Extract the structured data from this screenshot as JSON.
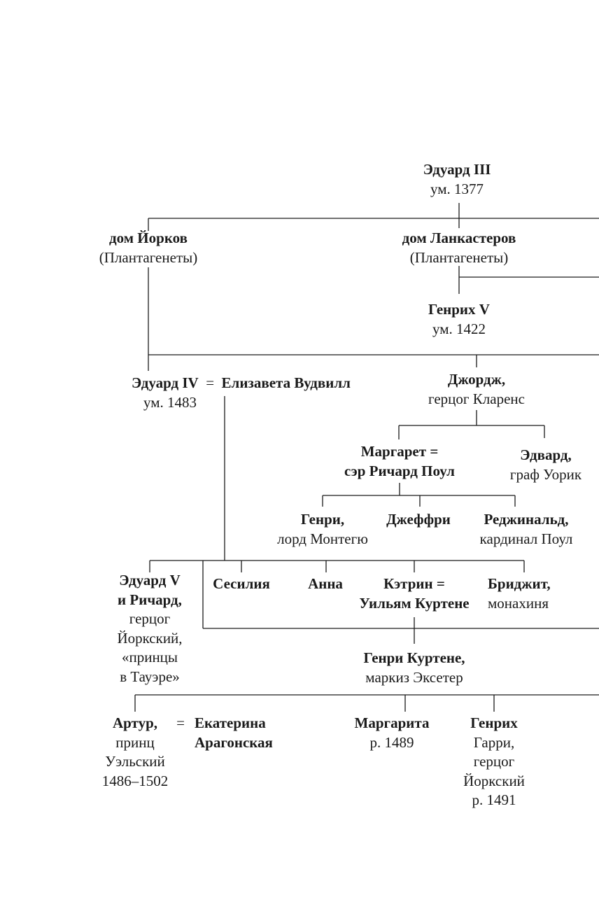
{
  "title_person": {
    "name": "Эдуард III",
    "note": "ум. 1377"
  },
  "york": {
    "name": "дом Йорков",
    "note": "(Плантагенеты)"
  },
  "lancaster": {
    "name": "дом Ланкастеров",
    "note": "(Плантагенеты)"
  },
  "henry_v": {
    "name": "Генрих V",
    "note": "ум. 1422"
  },
  "edward_iv": {
    "name": "Эдуард IV",
    "eq": "=",
    "spouse": "Елизавета Вудвилл",
    "note": "ум. 1483"
  },
  "george": {
    "name": "Джордж,",
    "note": "герцог Кларенс"
  },
  "margaret": {
    "name": "Маргарет =",
    "spouse": "сэр Ричард Поул"
  },
  "edward_warwick": {
    "name": "Эдвард,",
    "note": "граф Уорик"
  },
  "henry_montague": {
    "name": "Генри,",
    "note": "лорд Монтегю"
  },
  "geoffrey": {
    "name": "Джеффри"
  },
  "reginald": {
    "name": "Реджинальд,",
    "note": "кардинал Поул"
  },
  "edward_v": {
    "name1": "Эдуард V",
    "name2": "и Ричард,",
    "note1": "герцог",
    "note2": "Йоркский,",
    "note3": "«принцы",
    "note4": "в Тауэре»"
  },
  "cecilia": {
    "name": "Сесилия"
  },
  "anna": {
    "name": "Анна"
  },
  "katherine": {
    "name": "Кэтрин =",
    "spouse": "Уильям Куртене"
  },
  "bridget": {
    "name": "Бриджит,",
    "note": "монахиня"
  },
  "henry_courtenay": {
    "name": "Генри Куртене,",
    "note": "маркиз Эксетер"
  },
  "arthur": {
    "name": "Артур,",
    "note1": "принц",
    "note2": "Уэльский",
    "note3": "1486–1502",
    "eq": "="
  },
  "catherine_aragon": {
    "name1": "Екатерина",
    "name2": "Арагонская"
  },
  "margarita": {
    "name": "Маргарита",
    "note": "р. 1489"
  },
  "henry_harry": {
    "name": "Генрих",
    "note1": "Гарри,",
    "note2": "герцог",
    "note3": "Йоркский",
    "note4": "р. 1491"
  }
}
